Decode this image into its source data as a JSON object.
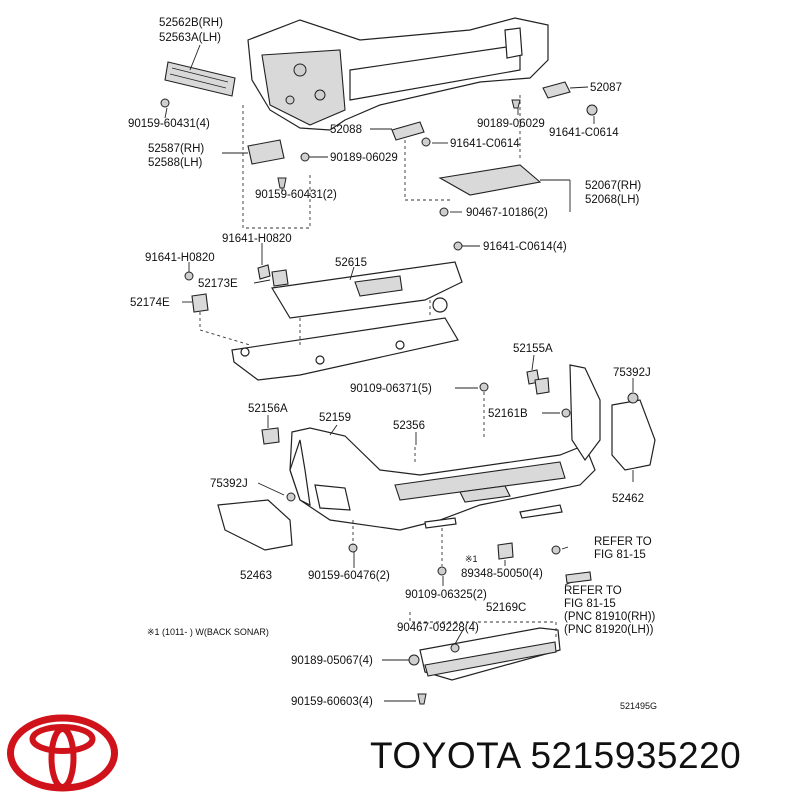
{
  "labels": {
    "l_52562B": "52562B(RH)",
    "l_52563A": "52563A(LH)",
    "l_90159_60431_4": "90159-60431(4)",
    "l_52087": "52087",
    "l_90189_06029a": "90189-06029",
    "l_91641_C0614a": "91641-C0614",
    "l_52088": "52088",
    "l_91641_C0614b": "91641-C0614",
    "l_52587": "52587(RH)",
    "l_52588": "52588(LH)",
    "l_90189_06029b": "90189-06029",
    "l_52067": "52067(RH)",
    "l_52068": "52068(LH)",
    "l_90159_60431_2": "90159-60431(2)",
    "l_90467_10186": "90467-10186(2)",
    "l_91641_C0614_4": "91641-C0614(4)",
    "l_91641_H0820a": "91641-H0820",
    "l_91641_H0820b": "91641-H0820",
    "l_52615": "52615",
    "l_52173E": "52173E",
    "l_52174E": "52174E",
    "l_52155A": "52155A",
    "l_75392Ja": "75392J",
    "l_90109_06371": "90109-06371(5)",
    "l_52156A": "52156A",
    "l_52161B": "52161B",
    "l_52159": "52159",
    "l_52356": "52356",
    "l_52462": "52462",
    "l_75392Jb": "75392J",
    "l_refer1a": "REFER TO",
    "l_refer1b": "FIG 81-15",
    "l_x1": "※1",
    "l_89348": "89348-50050(4)",
    "l_refer2a": "REFER TO",
    "l_refer2b": "FIG 81-15",
    "l_pnc1": "(PNC 81910(RH))",
    "l_pnc2": "(PNC 81920(LH))",
    "l_52463": "52463",
    "l_90159_60476": "90159-60476(2)",
    "l_90109_06325": "90109-06325(2)",
    "l_52169C": "52169C",
    "l_note": "※1 (1011-      ) W(BACK SONAR)",
    "l_90467_09228": "90467-09228(4)",
    "l_90189_05067": "90189-05067(4)",
    "l_90159_60603": "90159-60603(4)",
    "l_code": "521495G"
  },
  "footer": {
    "brand": "TOYOTA",
    "part_number": "5215935220",
    "text": "TOYOTA 5215935220"
  },
  "colors": {
    "logo": "#d0121b",
    "ink": "#111111"
  }
}
